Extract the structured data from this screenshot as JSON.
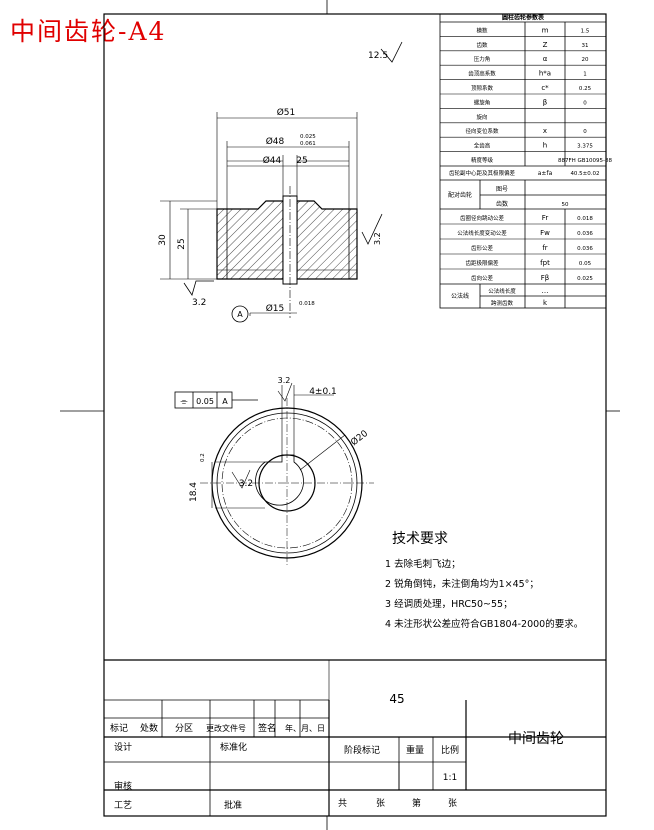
{
  "sheet_title": "中间齿轮-A4",
  "roughness_symbol": "12.5",
  "dimensions": {
    "d51": "Ø51",
    "d48": "Ø48",
    "d48_tol_upper": "0.025",
    "d48_tol_lower": "0.061",
    "d44": "Ø44",
    "d44_extra": "25",
    "h30": "30",
    "h25": "25",
    "d15": "Ø15",
    "d15_tol": "0.018",
    "rough_3_2_right": "3.2",
    "rough_3_2_bottom": "3.2",
    "datum_a": "A",
    "rough_keyway": "3.2",
    "keyway_width": "4±0.1",
    "d20_hole": "Ø20",
    "key_depth": "18.4",
    "key_depth_tol": "0.2",
    "rough_bore": "3.2",
    "geo_tol_symbol": "⌯",
    "geo_tol_value": "0.05",
    "geo_tol_datum": "A"
  },
  "gear_params": {
    "header": "圆柱齿轮参数表",
    "rows": [
      {
        "name": "模数",
        "symbol": "m",
        "value": "1.5"
      },
      {
        "name": "齿数",
        "symbol": "Z",
        "value": "31"
      },
      {
        "name": "压力角",
        "symbol": "α",
        "value": "20"
      },
      {
        "name": "齿顶高系数",
        "symbol": "h*a",
        "value": "1"
      },
      {
        "name": "顶隙系数",
        "symbol": "c*",
        "value": "0.25"
      },
      {
        "name": "螺旋角",
        "symbol": "β",
        "value": "0"
      },
      {
        "name": "旋向",
        "symbol": "",
        "value": ""
      },
      {
        "name": "径向变位系数",
        "symbol": "x",
        "value": "0"
      },
      {
        "name": "全齿高",
        "symbol": "h",
        "value": "3.375"
      },
      {
        "name": "精度等级",
        "symbol": "",
        "value": "887FH GB10095-88"
      }
    ],
    "mating_label": "齿轮副中心距及其极限偏差",
    "mating_symbol": "a±fa",
    "mating_value": "40.5±0.02",
    "paired_label": "配对齿轮",
    "paired_rows": [
      {
        "name": "图号",
        "value": ""
      },
      {
        "name": "齿数",
        "value": "50"
      }
    ],
    "tol_rows": [
      {
        "name": "齿圈径向跳动公差",
        "symbol": "Fr",
        "value": "0.018"
      },
      {
        "name": "公法线长度变动公差",
        "symbol": "Fw",
        "value": "0.036"
      },
      {
        "name": "齿形公差",
        "symbol": "fr",
        "value": "0.036"
      },
      {
        "name": "齿距极限偏差",
        "symbol": "fpt",
        "value": "0.05"
      },
      {
        "name": "齿向公差",
        "symbol": "Fβ",
        "value": "0.025"
      }
    ],
    "common_label": "公法线",
    "common_rows": [
      {
        "name": "公法线长度",
        "symbol": "…",
        "value": ""
      },
      {
        "name": "跨测齿数",
        "symbol": "k",
        "value": ""
      }
    ]
  },
  "tech_requirements": {
    "title": "技术要求",
    "items": [
      "1  去除毛刺飞边；",
      "2  锐角倒钝，未注倒角均为1×45°；",
      "3  经调质处理，HRC50~55；",
      "4  未注形状公差应符合GB1804-2000的要求。"
    ]
  },
  "title_block": {
    "material": "45",
    "part_name": "中间齿轮",
    "scale_value": "1:1",
    "labels": {
      "mark": "标记",
      "count": "处数",
      "zone": "分区",
      "doc_no": "更改文件号",
      "sign": "签名",
      "date": "年、月、日",
      "design": "设计",
      "standard": "标准化",
      "review": "审核",
      "process": "工艺",
      "approve": "批准",
      "stage": "阶段标记",
      "weight": "重量",
      "scale": "比例",
      "total": "共",
      "sheets": "张",
      "no": "第",
      "sheet": "张"
    }
  }
}
